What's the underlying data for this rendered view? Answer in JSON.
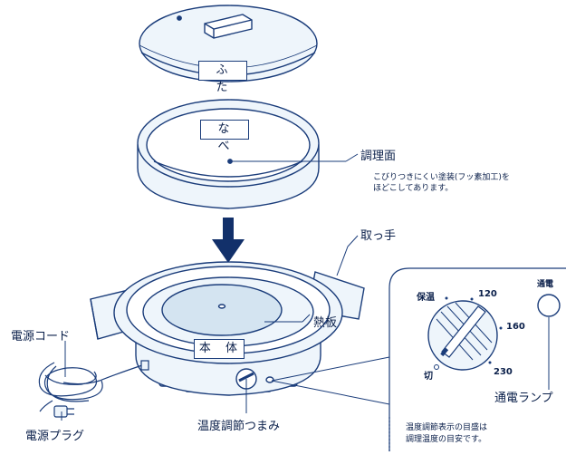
{
  "parts": {
    "lid": "ふ た",
    "pot": "な べ",
    "body": "本 体"
  },
  "labels": {
    "cooking_surface": "調理面",
    "cooking_surface_note_1": "こびりつきにくい塗装(フッ素加工)を",
    "cooking_surface_note_2": "ほどこしてあります。",
    "handle": "取っ手",
    "hot_plate": "熱板",
    "power_cord": "電源コード",
    "power_plug": "電源プラグ",
    "temp_knob": "温度調節つまみ",
    "power_lamp": "通電ランプ"
  },
  "panel": {
    "keep_warm": "保温",
    "off": "切",
    "t120": "120",
    "t160": "160",
    "t230": "230",
    "lamp_label": "通電",
    "note_1": "温度調節表示の目盛は",
    "note_2": "調理温度の目安です。"
  },
  "colors": {
    "line": "#1a3c7a",
    "fill": "#eef5fb",
    "shade": "#d4e4f1",
    "arrow": "#12306a"
  }
}
